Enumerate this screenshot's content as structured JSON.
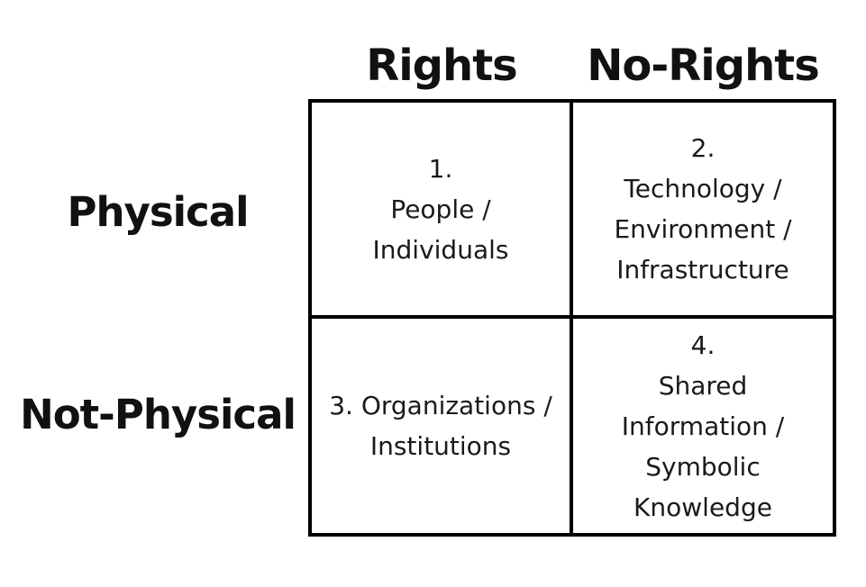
{
  "columns": {
    "rights": "Rights",
    "no_rights": "No-Rights"
  },
  "rows": {
    "physical": "Physical",
    "not_physical": "Not-Physical"
  },
  "cells": {
    "cell1": [
      "1.",
      "People /",
      "Individuals"
    ],
    "cell2": [
      "2.",
      "Technology /",
      "Environment /",
      "Infrastructure"
    ],
    "cell3": [
      "3. Organizations /",
      "Institutions"
    ],
    "cell4": [
      "4.",
      "Shared",
      "Information /",
      "Symbolic",
      "Knowledge"
    ]
  }
}
